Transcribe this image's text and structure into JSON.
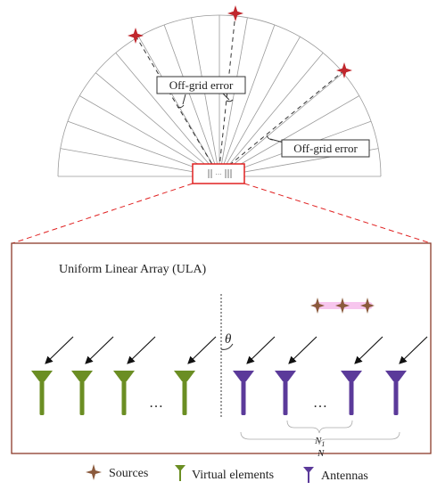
{
  "diagram": {
    "off_grid_label_1": "Off-grid error",
    "off_grid_label_2": "Off-grid error",
    "array_title": "Uniform Linear Array (ULA)",
    "theta_symbol": "θ",
    "dots_virtual": "…",
    "dots_antennas": "…",
    "n1_label": "N",
    "n1_subscript": "1",
    "n_label": "N"
  },
  "legend": {
    "sources_label": "Sources",
    "virtual_label": "Virtual elements",
    "antennas_label": "Antennas"
  },
  "colors": {
    "source_red": "#c0272d",
    "source_brown": "#8b5a3c",
    "highlight_pink": "#f7c6ee",
    "virtual_green": "#6b8e23",
    "antenna_purple": "#5b3a9a",
    "box_red": "#e02020",
    "frame_brown": "#8b3a2a"
  }
}
